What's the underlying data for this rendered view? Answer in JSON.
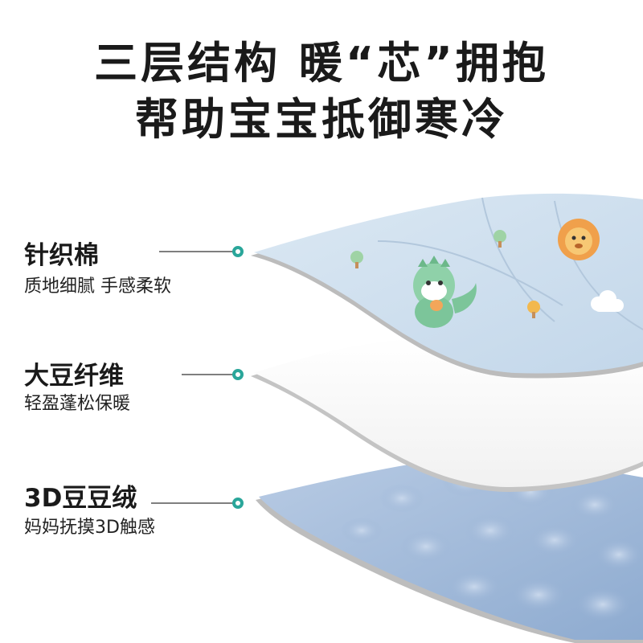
{
  "headline": {
    "line1": "三层结构 暖“芯”拥抱",
    "line2": "帮助宝宝抵御寒冷"
  },
  "layers": [
    {
      "title": "针织棉",
      "subtitle": "质地细腻 手感柔软"
    },
    {
      "title": "大豆纤维",
      "subtitle": "轻盈蓬松保暖"
    },
    {
      "title": "3D豆豆绒",
      "subtitle": "妈妈抚摸3D触感"
    }
  ],
  "colors": {
    "connector_dot": "#2aa69a",
    "knit_fabric": "#cfe0ee",
    "soybean_fill": "#ffffff",
    "plush_fabric": "#9fb8d8",
    "edge_gray": "#b8b8b8"
  }
}
